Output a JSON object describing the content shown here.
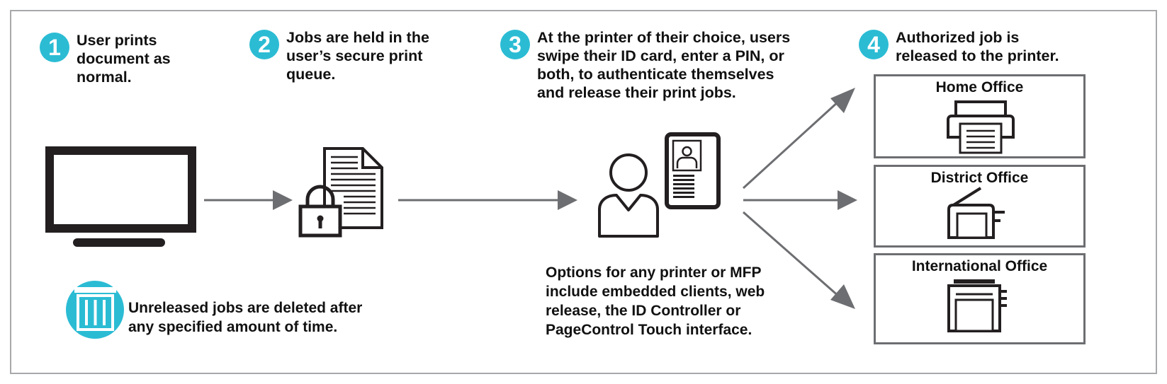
{
  "steps": [
    {
      "number": "1",
      "text_lines": [
        "User prints",
        "document as",
        "normal."
      ]
    },
    {
      "number": "2",
      "text_lines": [
        "Jobs are held in the",
        "user’s secure print",
        "queue."
      ]
    },
    {
      "number": "3",
      "text_lines": [
        "At the printer of their choice, users",
        "swipe their ID card, enter a PIN, or",
        "both, to authenticate themselves",
        "and release their print jobs."
      ]
    },
    {
      "number": "4",
      "text_lines": [
        "Authorized job is",
        "released to the printer."
      ]
    }
  ],
  "notes": {
    "deletion_lines": [
      "Unreleased jobs are deleted after",
      "any specified amount of time."
    ],
    "options_lines": [
      "Options for any printer or MFP",
      "include embedded clients, web",
      "release, the ID Controller or",
      "PageControl Touch interface."
    ]
  },
  "offices": [
    {
      "label": "Home Office",
      "icon": "printer-icon"
    },
    {
      "label": "District Office",
      "icon": "fax-icon"
    },
    {
      "label": "International Office",
      "icon": "copier-icon"
    }
  ],
  "icons": [
    "monitor-icon",
    "locked-document-icon",
    "user-icon",
    "id-card-icon",
    "trash-icon"
  ],
  "colors": {
    "accent": "#2bbcd4",
    "arrow": "#6d6e71",
    "icon": "#231f20",
    "border": "#a7a9ab"
  }
}
